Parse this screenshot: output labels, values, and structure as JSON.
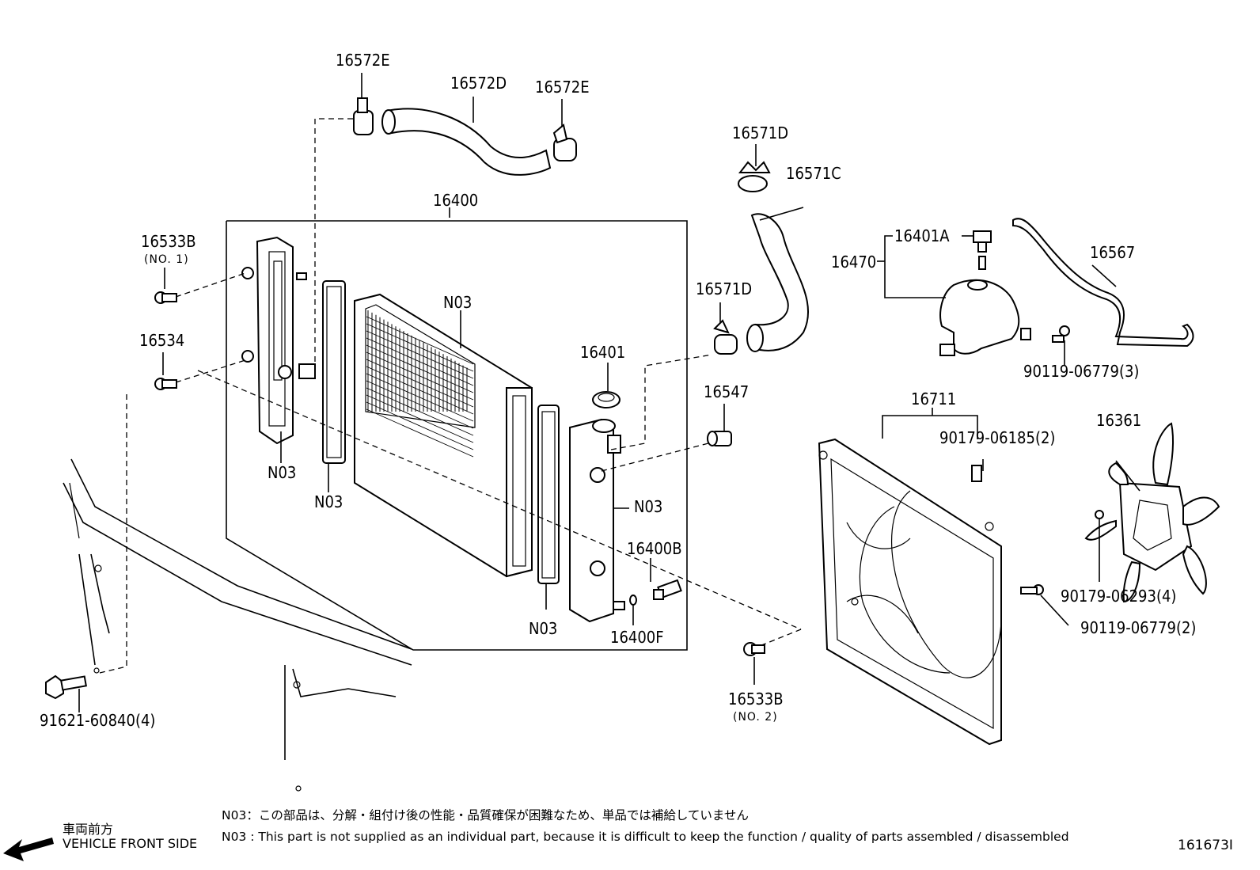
{
  "labels": {
    "p16572E_top": "16572E",
    "p16572D": "16572D",
    "p16572E_right": "16572E",
    "p16400": "16400",
    "p16533B_1": "16533B",
    "p16533B_1_sub": "(NO. 1)",
    "p16534": "16534",
    "n03_a": "N03",
    "n03_b": "N03",
    "n03_c": "N03",
    "n03_d": "N03",
    "n03_e": "N03",
    "p16401": "16401",
    "p16571D_top": "16571D",
    "p16571C": "16571C",
    "p16571D_mid": "16571D",
    "p16547": "16547",
    "p16400B": "16400B",
    "p16400F": "16400F",
    "p16533B_2": "16533B",
    "p16533B_2_sub": "(NO. 2)",
    "p91621": "91621-60840(4)",
    "p16401A": "16401A",
    "p16470": "16470",
    "p16567": "16567",
    "p90119_3": "90119-06779(3)",
    "p16711": "16711",
    "p90179_2": "90179-06185(2)",
    "p16361": "16361",
    "p90179_4": "90179-06293(4)",
    "p90119_2": "90119-06779(2)"
  },
  "notes": {
    "note_jp": "N03：この部品は、分解・組付け後の性能・品質確保が困難なため、単品では補給していません",
    "note_en": "N03 : This part is not supplied as an individual part, because it is difficult to keep the function / quality of parts assembled / disassembled"
  },
  "front": {
    "jp": "車両前方",
    "en": "VEHICLE FRONT SIDE"
  },
  "diagram_id": "161673I"
}
